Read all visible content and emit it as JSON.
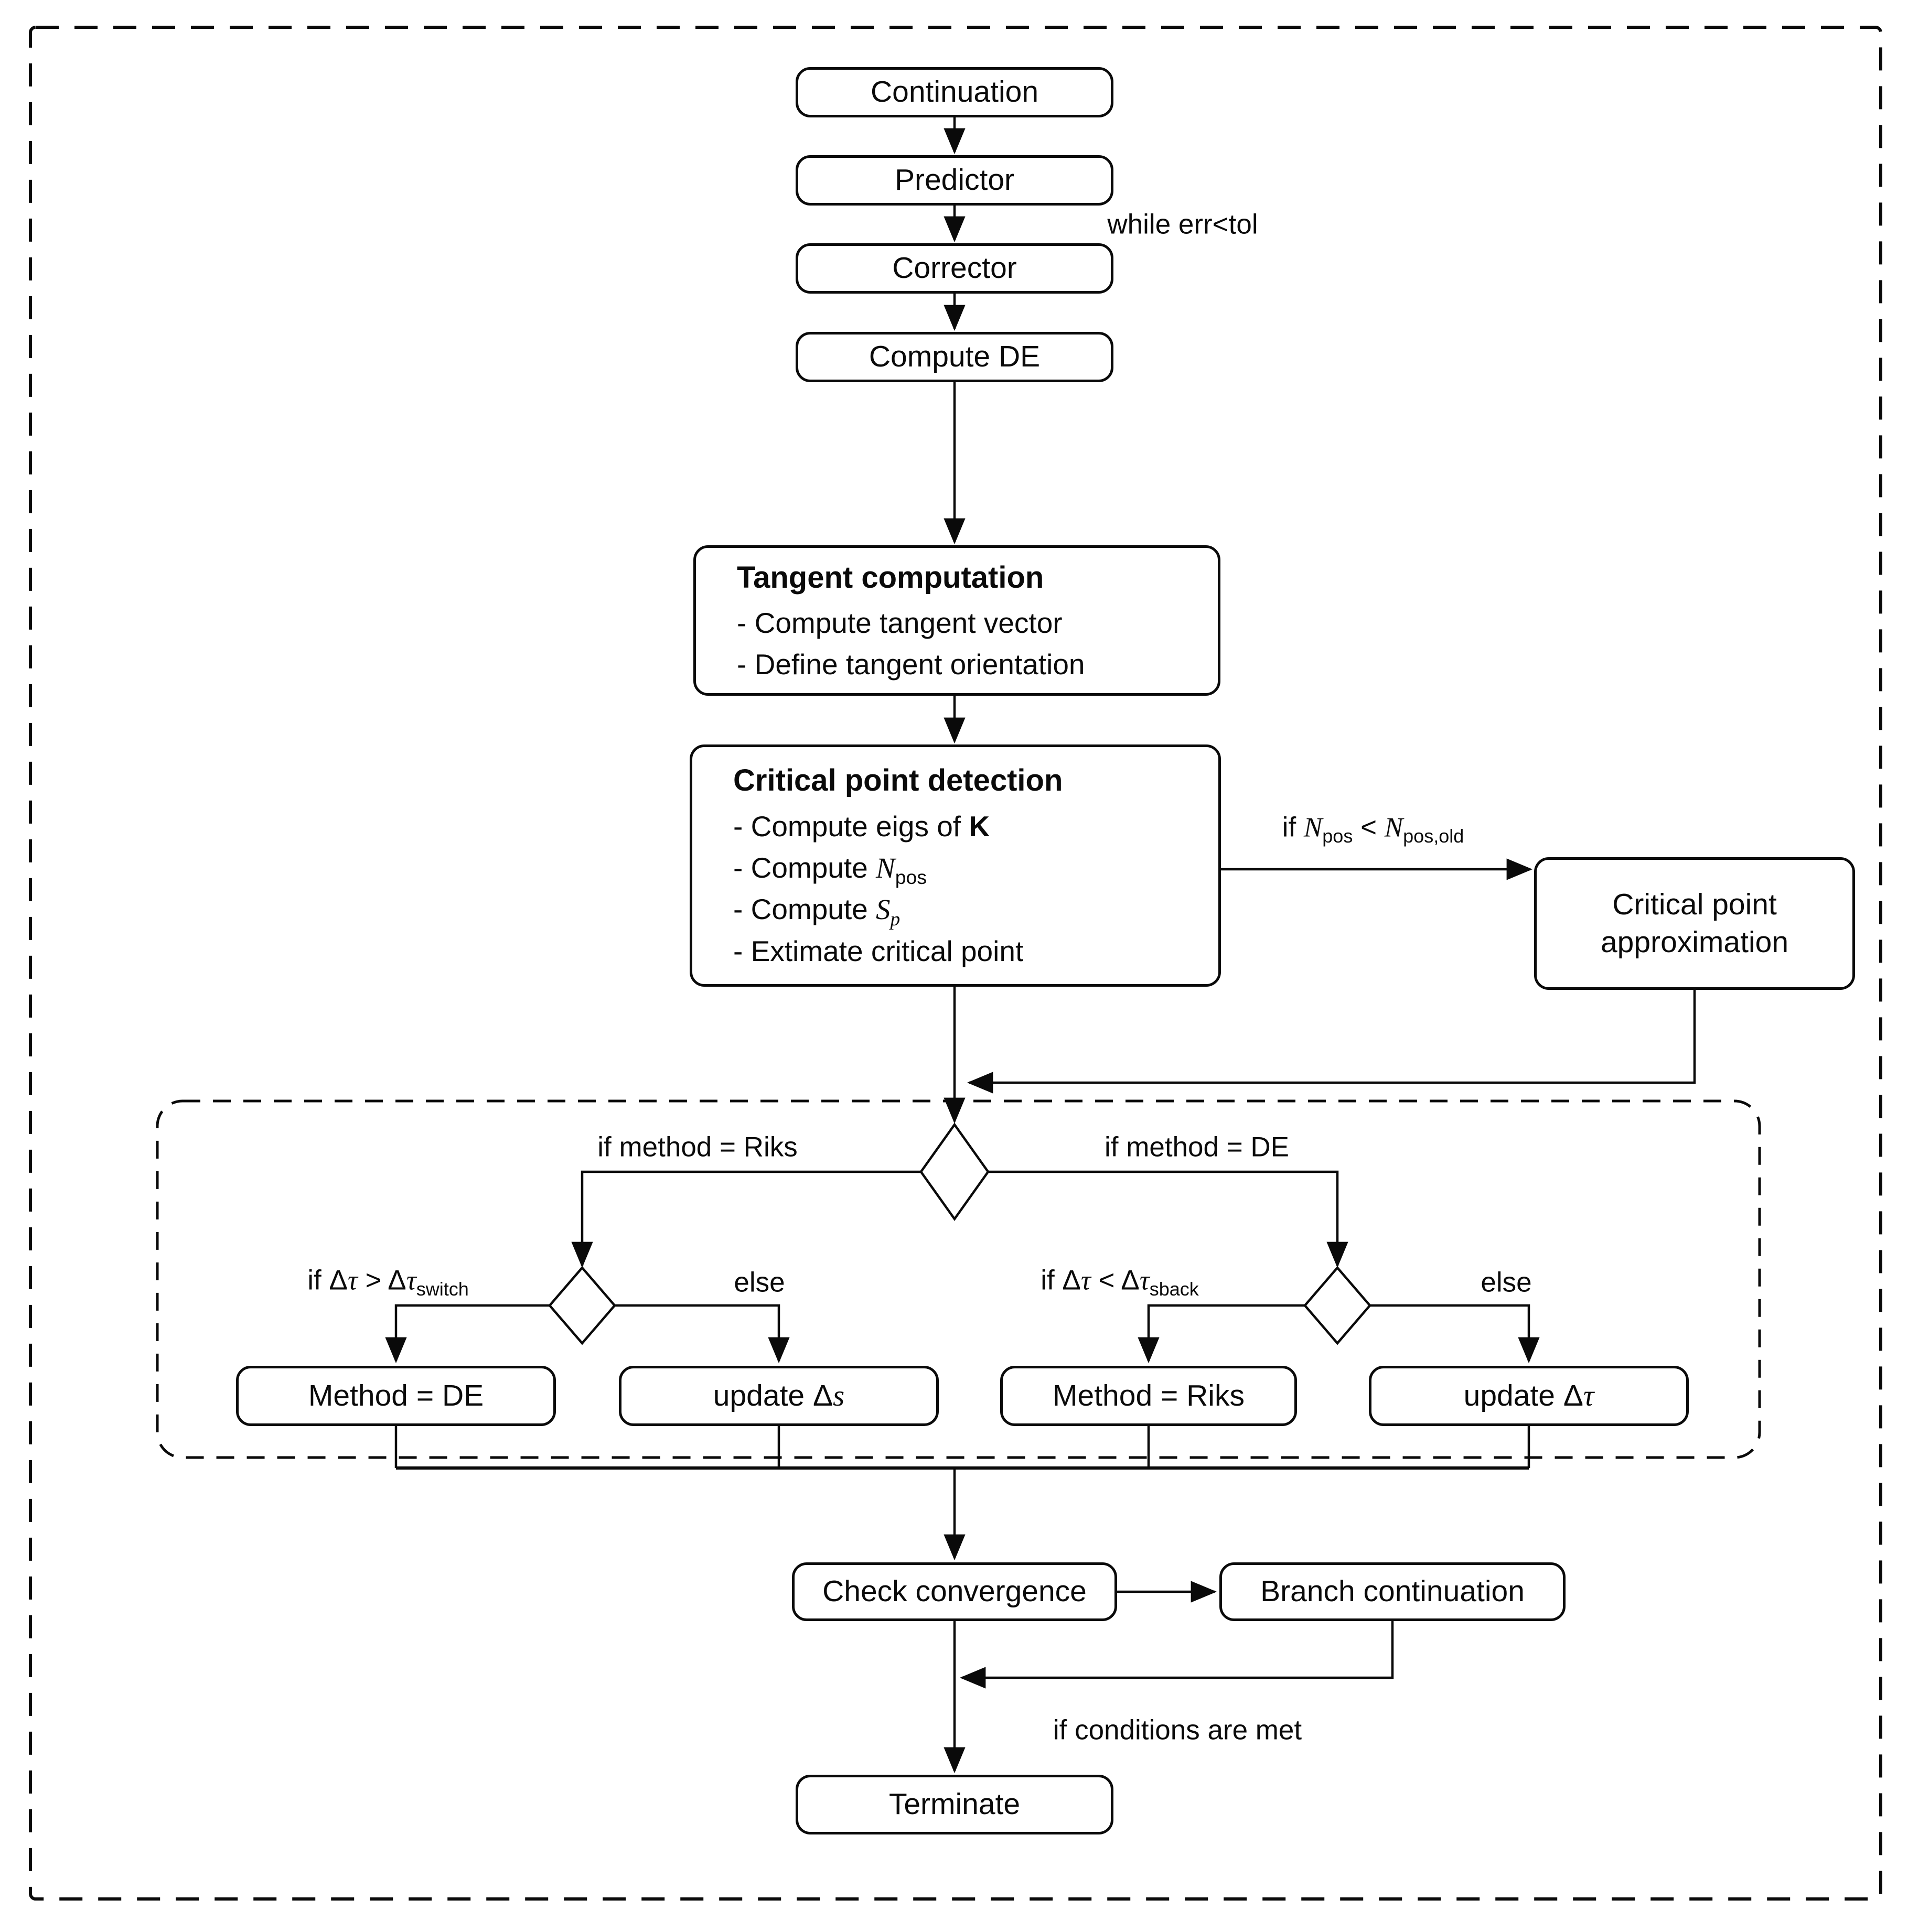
{
  "colors": {
    "stroke": "#0a0a0a",
    "background": "#ffffff"
  },
  "flow": {
    "nodes": {
      "continuation": {
        "label": "Continuation"
      },
      "predictor": {
        "label": "Predictor"
      },
      "corrector": {
        "label": "Corrector"
      },
      "compute_de": {
        "label": "Compute DE"
      },
      "tangent": {
        "title": "Tangent computation",
        "lines": [
          "- Compute tangent vector",
          "- Define tangent orientation"
        ]
      },
      "critical": {
        "title": "Critical point detection",
        "lines_html": [
          "- Compute eigs of <b>K</b>",
          "- Compute <i>N</i><sub>pos</sub>",
          "- Compute <i>S</i><sub><i>p</i></sub>",
          "- Extimate critical point"
        ]
      },
      "approximation": {
        "label": "Critical point approximation"
      },
      "method_de": {
        "label": "Method = DE"
      },
      "update_ds": {
        "label_html": "update Δ<i>s</i>"
      },
      "method_riks": {
        "label": "Method = Riks"
      },
      "update_dtau": {
        "label_html": "update Δ<i>τ</i>"
      },
      "check_convergence": {
        "label": "Check convergence"
      },
      "branch_continuation": {
        "label": "Branch continuation"
      },
      "terminate": {
        "label": "Terminate"
      }
    },
    "edge_labels": {
      "while_loop": "while err<tol",
      "npos_html": "if <i>N</i><sub>pos</sub> &lt; <i>N</i><sub>pos,old</sub>",
      "method_riks": "if method = Riks",
      "method_de": "if method = DE",
      "dtau_switch_html": "if Δ<i>τ</i> &gt; Δ<i>τ</i><sub>switch</sub>",
      "else_left": "else",
      "dtau_sback_html": "if Δ<i>τ</i> &lt; Δ<i>τ</i><sub>sback</sub>",
      "else_right": "else",
      "conditions": "if conditions are met"
    }
  }
}
